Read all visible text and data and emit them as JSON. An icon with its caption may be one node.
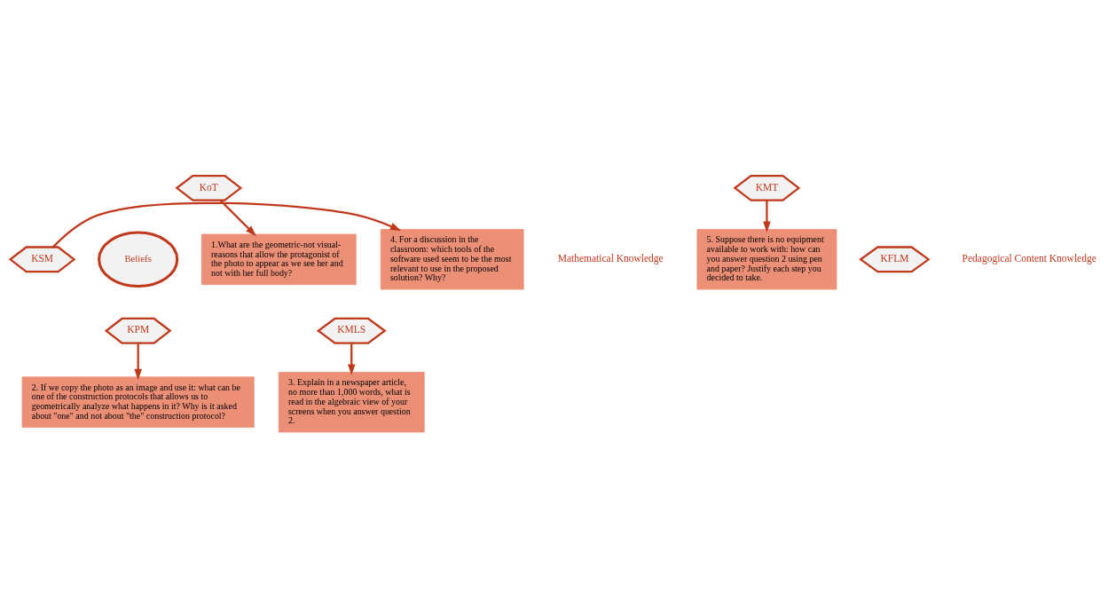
{
  "diagram": {
    "nodes": [
      {
        "text": [
          "1.What are the geometric-not visual- reasons that allow the protagonist of the photo to appear as we see her and not with her full body?"
        ]
      },
      {
        "text": [
          "5. Suppose there is no equipment available to work with: how can you answer question 2 using pen and paper? Justify each step you decided to take."
        ]
      },
      {
        "text": [
          "KoT"
        ]
      },
      {
        "text": [
          "KMT"
        ]
      },
      {
        "text": [
          "4. For a discussion in the classroom: which tools of the software used seem to be the most relevant to use in the proposed solution? Why?"
        ]
      },
      {
        "text": [
          "KSM"
        ]
      },
      {
        "text": [
          "Beliefs"
        ]
      },
      {
        "text": [
          "KFLM"
        ]
      },
      {
        "text": [
          "KPM"
        ]
      },
      {
        "text": [
          "KMLS"
        ]
      },
      {
        "text": [
          "3. Explain in a newspaper article, no more than 1,000 words, what is read in the algebraic view of your screens when you answer question 2."
        ]
      },
      {
        "text": [
          "2. If we copy the photo as an image and use it: what can be one of the construction protocols that allows us to geometrically analyze what happens in it? Why is it asked about \"one\" and not about \"the\" construction protocol?"
        ]
      }
    ],
    "edges": [
      {
        "from": 2,
        "to": 0,
        "arrow": "to"
      },
      {
        "from": 3,
        "to": 1,
        "arrow": "to"
      },
      {
        "from": 5,
        "to": 4,
        "arrow": "to"
      },
      {
        "from": 8,
        "to": 11,
        "arrow": "to"
      },
      {
        "from": 9,
        "to": 10,
        "arrow": "to"
      }
    ],
    "labels": [
      "Mathematical Knowledge",
      "Pedagogical Content Knowledge"
    ]
  }
}
